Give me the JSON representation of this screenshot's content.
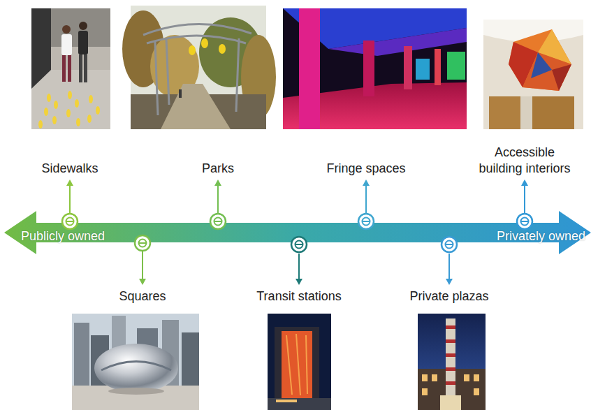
{
  "diagram": {
    "nodes": [
      {
        "text": [
          "Publicly owned",
          "Privately owned"
        ]
      }
    ],
    "edges": [],
    "labels": [
      "Sidewalks",
      "Parks",
      "Fringe spaces",
      "Accessible building interiors",
      "Squares",
      "Transit stations",
      "Private plazas"
    ]
  }
}
